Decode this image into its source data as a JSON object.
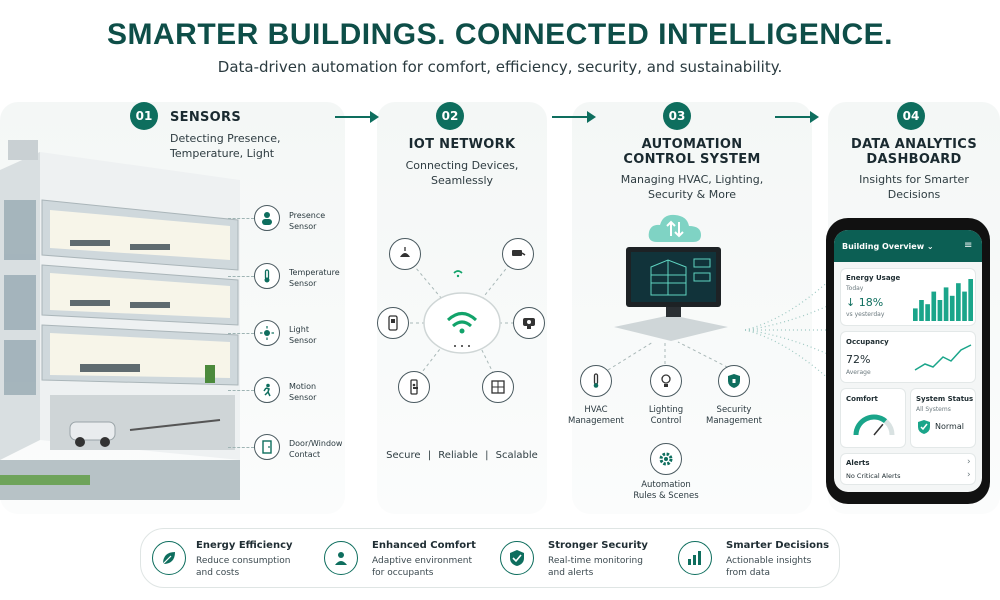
{
  "header": {
    "title": "SMARTER BUILDINGS. CONNECTED INTELLIGENCE.",
    "subtitle": "Data-driven automation for comfort, efficiency, security, and sustainability."
  },
  "steps": [
    {
      "num": "01",
      "title": "SENSORS",
      "desc_1": "Detecting Presence,",
      "desc_2": "Temperature, Light"
    },
    {
      "num": "02",
      "title": "IOT NETWORK",
      "desc_1": "Connecting Devices,",
      "desc_2": "Seamlessly"
    },
    {
      "num": "03",
      "title_1": "AUTOMATION",
      "title_2": "CONTROL SYSTEM",
      "desc_1": "Managing HVAC, Lighting,",
      "desc_2": "Security & More"
    },
    {
      "num": "04",
      "title_1": "DATA ANALYTICS",
      "title_2": "DASHBOARD",
      "desc_1": "Insights for Smarter",
      "desc_2": "Decisions"
    }
  ],
  "sensors": [
    {
      "l1": "Presence",
      "l2": "Sensor",
      "icon": "person-icon"
    },
    {
      "l1": "Temperature",
      "l2": "Sensor",
      "icon": "thermometer-icon"
    },
    {
      "l1": "Light",
      "l2": "Sensor",
      "icon": "sun-icon"
    },
    {
      "l1": "Motion",
      "l2": "Sensor",
      "icon": "running-person-icon"
    },
    {
      "l1": "Door/Window",
      "l2": "Contact",
      "icon": "door-icon"
    }
  ],
  "network": {
    "tagline_1": "Secure",
    "tagline_2": "Reliable",
    "tagline_3": "Scalable",
    "separator": "|"
  },
  "control": {
    "items": [
      {
        "l1": "HVAC",
        "l2": "Management"
      },
      {
        "l1": "Lighting",
        "l2": "Control"
      },
      {
        "l1": "Security",
        "l2": "Management"
      },
      {
        "l1": "Automation",
        "l2": "Rules & Scenes"
      }
    ]
  },
  "dashboard": {
    "header": "Building Overview",
    "header_caret": "⌄",
    "menu_icon": "≡",
    "energy_title": "Energy Usage",
    "energy_sub": "Today",
    "energy_value": "↓ 18%",
    "energy_note": "vs yesterday",
    "energy_bars": [
      0.3,
      0.5,
      0.4,
      0.7,
      0.5,
      0.8,
      0.6,
      0.9,
      0.7,
      1.0
    ],
    "occupancy_title": "Occupancy",
    "occupancy_value": "72%",
    "occupancy_note": "Average",
    "comfort_title": "Comfort",
    "comfort_level": 0.72,
    "status_title": "System Status",
    "status_sub": "All Systems",
    "status_value": "Normal",
    "alerts_title": "Alerts",
    "alerts_value": "No Critical Alerts",
    "chevron": "›"
  },
  "benefits": [
    {
      "title": "Energy Efficiency",
      "d1": "Reduce consumption",
      "d2": "and costs"
    },
    {
      "title": "Enhanced Comfort",
      "d1": "Adaptive environment",
      "d2": "for occupants"
    },
    {
      "title": "Stronger Security",
      "d1": "Real-time monitoring",
      "d2": "and alerts"
    },
    {
      "title": "Smarter Decisions",
      "d1": "Actionable insights",
      "d2": "from data"
    }
  ],
  "colors": {
    "accent": "#0e6e5e",
    "dark": "#0e4e48"
  }
}
